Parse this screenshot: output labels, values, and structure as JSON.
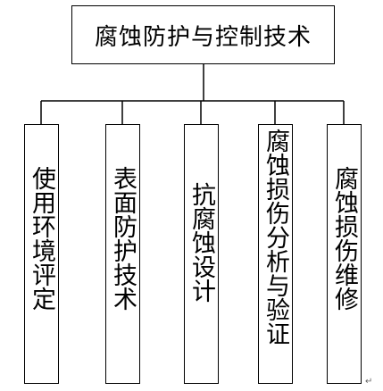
{
  "root": {
    "label": "腐蚀防护与控制技术"
  },
  "children": [
    {
      "label": "使用环境评定"
    },
    {
      "label": "表面防护技术"
    },
    {
      "label": "抗腐蚀设计"
    },
    {
      "label": "腐蚀损伤分析与验证"
    },
    {
      "label": "腐蚀损伤维修"
    }
  ]
}
